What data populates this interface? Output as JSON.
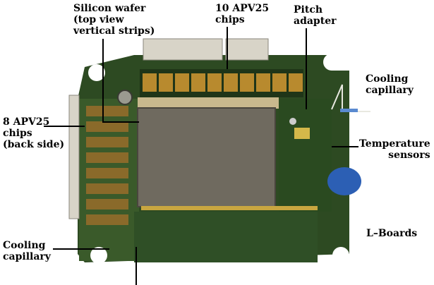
{
  "labels": {
    "silicon_wafer": "Silicon wafer\n(top view\nvertical strips)",
    "apv_top": "10 APV25\nchips",
    "pitch_adapter": "Pitch\nadapter",
    "cooling_top": "Cooling\ncapillary",
    "apv_back": "8 APV25\nchips\n(back side)",
    "temp_sensors": "Temperature\nsensors",
    "l_boards": "L–Boards",
    "cooling_bottom": "Cooling\ncapillary"
  },
  "colors": {
    "board_green": "#2d4a22",
    "board_dark": "#1f3518",
    "wafer": "#6f6a5f",
    "chip_gold": "#b88a2e",
    "connector": "#d8d4c8",
    "capacitor_blue": "#2c5fb4"
  }
}
